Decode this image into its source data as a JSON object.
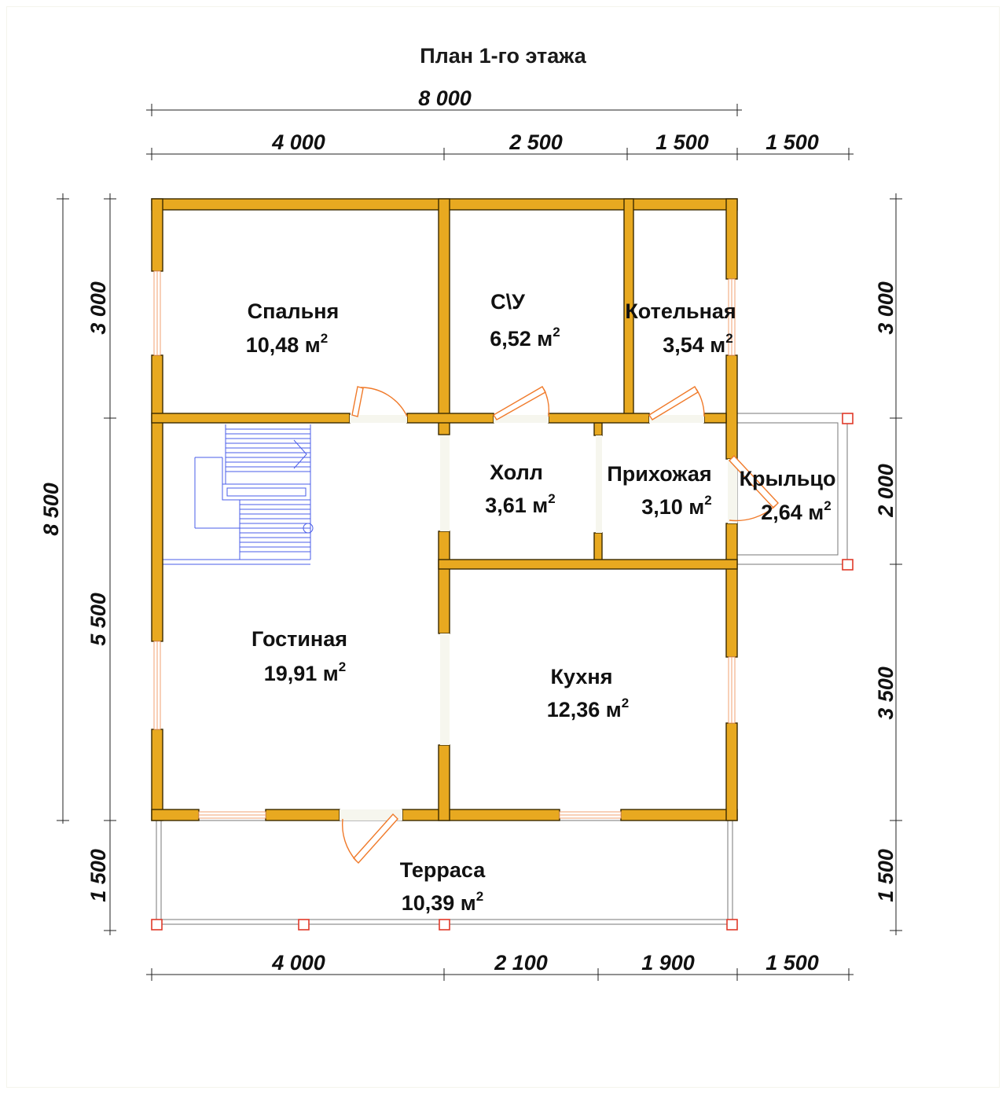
{
  "title": "План 1-го этажа",
  "colors": {
    "wall": "#e8a920",
    "wall_stroke": "#3b2a00",
    "stair": "#4a5ce8",
    "door": "#f07a2a",
    "window": "#f2a070",
    "post": "#e03a2a",
    "dim_line": "#222222",
    "floor_opening": "#f6f6ee"
  },
  "dimensions": {
    "top_total": "8 000",
    "top": [
      "4 000",
      "2 500",
      "1 500",
      "1 500"
    ],
    "bottom": [
      "4 000",
      "2 100",
      "1 900",
      "1 500"
    ],
    "left_total": "8 500",
    "left": [
      "3 000",
      "5 500",
      "1 500"
    ],
    "right": [
      "3 000",
      "2 000",
      "3 500",
      "1 500"
    ]
  },
  "rooms": [
    {
      "id": "spalnya",
      "name": "Спальня",
      "area": "10,48 м",
      "unit_sup": "2"
    },
    {
      "id": "su",
      "name": "С\\У",
      "area": "6,52 м",
      "unit_sup": "2"
    },
    {
      "id": "kotelnaya",
      "name": "Котельная",
      "area": "3,54 м",
      "unit_sup": "2"
    },
    {
      "id": "holl",
      "name": "Холл",
      "area": "3,61 м",
      "unit_sup": "2"
    },
    {
      "id": "prihozhaya",
      "name": "Прихожая",
      "area": "3,10 м",
      "unit_sup": "2"
    },
    {
      "id": "krylco",
      "name": "Крыльцо",
      "area": "2,64 м",
      "unit_sup": "2"
    },
    {
      "id": "gostinaya",
      "name": "Гостиная",
      "area": "19,91 м",
      "unit_sup": "2"
    },
    {
      "id": "kuhnya",
      "name": "Кухня",
      "area": "12,36 м",
      "unit_sup": "2"
    },
    {
      "id": "terrasa",
      "name": "Терраса",
      "area": "10,39 м",
      "unit_sup": "2"
    }
  ]
}
